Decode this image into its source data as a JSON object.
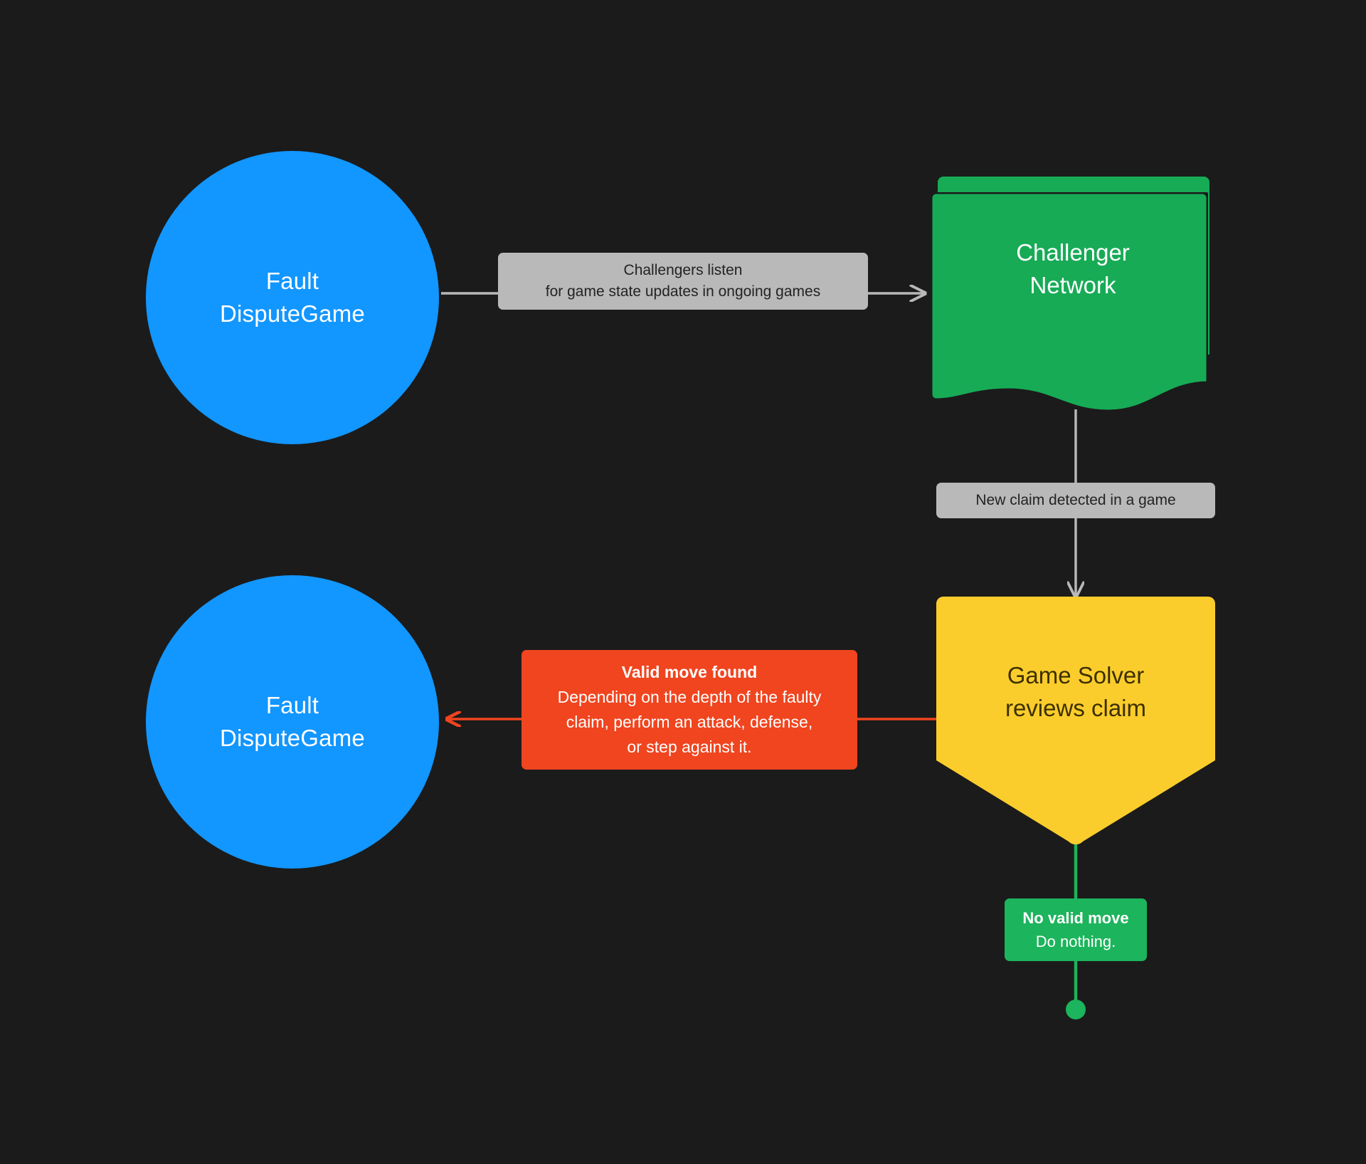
{
  "theme": {
    "background": "#1b1b1b",
    "node_blue": "#1296ff",
    "node_green": "#17ab56",
    "node_yellow": "#fbcd2c",
    "edge_gray": "#b9b9b9",
    "edge_red": "#f0451f",
    "edge_green": "#1cb45c",
    "text_light": "#ffffff",
    "text_dark": "#232323",
    "text_yellow_node": "#3d3000"
  },
  "nodes": {
    "fault_dispute_game_top": {
      "label": "Fault\nDisputeGame",
      "shape": "circle"
    },
    "challenger_network": {
      "label": "Challenger\nNetwork",
      "shape": "stacked-document"
    },
    "game_solver": {
      "label": "Game Solver\nreviews claim",
      "shape": "banner"
    },
    "fault_dispute_game_bottom": {
      "label": "Fault\nDisputeGame",
      "shape": "circle"
    },
    "end_dot": {
      "label": "",
      "shape": "dot"
    }
  },
  "edges": {
    "listen": {
      "label": "Challengers listen\nfor game state updates in ongoing games",
      "color": "#b9b9b9",
      "direction": "right"
    },
    "new_claim": {
      "label": "New claim detected in a game",
      "color": "#b9b9b9",
      "direction": "down"
    },
    "valid_move": {
      "title": "Valid move found",
      "body": "Depending on the depth of the faulty\nclaim, perform an attack, defense,\nor step against it.",
      "color": "#f0451f",
      "direction": "left"
    },
    "no_valid_move": {
      "title": "No valid move",
      "body": "Do nothing.",
      "color": "#1cb45c",
      "direction": "down"
    }
  }
}
